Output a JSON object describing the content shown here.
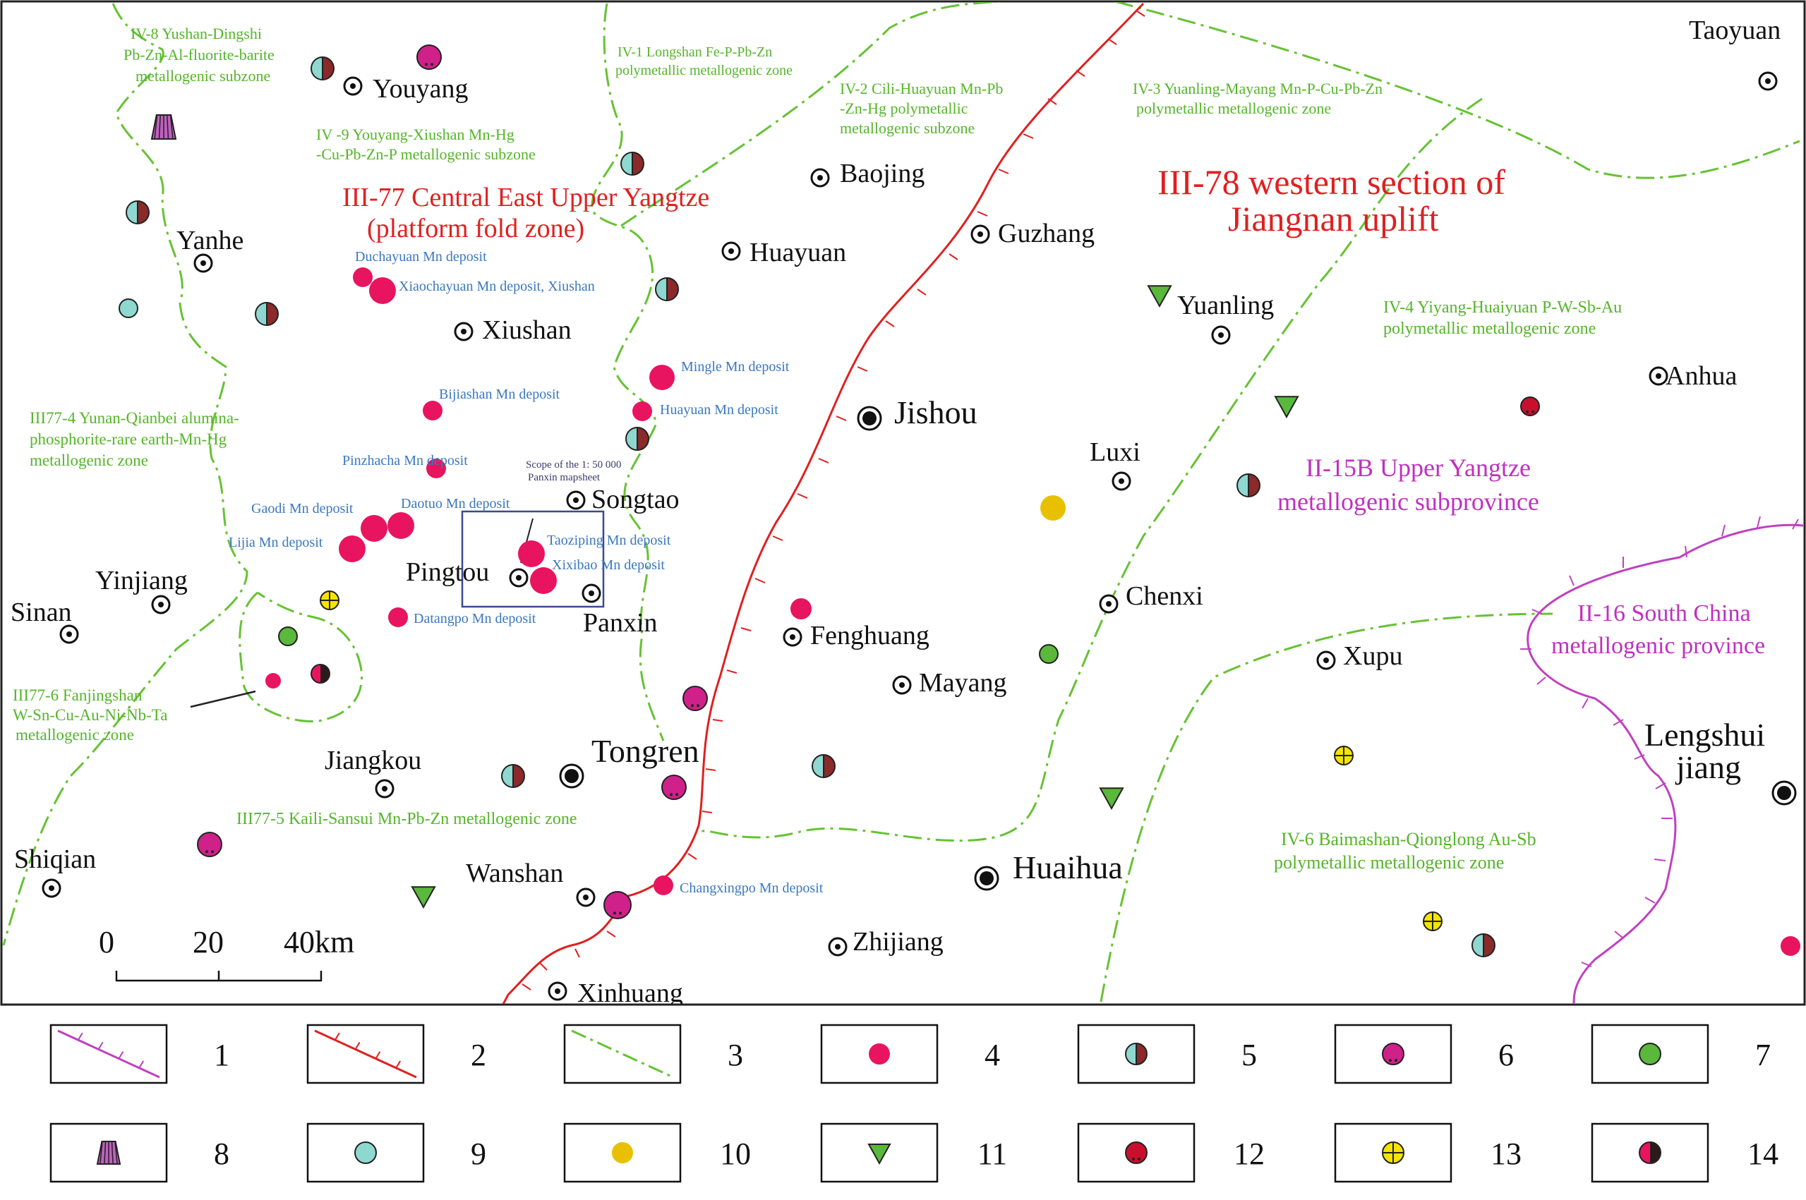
{
  "colors": {
    "province_boundary": "#c040c0",
    "uplift_boundary": "#e02020",
    "zone_boundary": "#66c233",
    "mn_deposit": "#e8145f",
    "city_text": "#111111",
    "zone_text_green": "#55b52a",
    "region_text_red": "#e02020",
    "province_text": "#c030c0",
    "deposit_text_blue": "#3a78c0",
    "half_cyan": "#8ed8d0",
    "half_brown": "#8b2a2a",
    "gold": "#e8c000",
    "green_dot": "#5ab83a",
    "red_dot": "#c8102e",
    "yellow": "#f5e400",
    "purple": "#c060c0"
  },
  "cities": [
    {
      "name": "Youyang"
    },
    {
      "name": "Baojing"
    },
    {
      "name": "Yanhe"
    },
    {
      "name": "Huayuan"
    },
    {
      "name": "Guzhang"
    },
    {
      "name": "Xiushan"
    },
    {
      "name": "Yuanling"
    },
    {
      "name": "Jishou"
    },
    {
      "name": "Luxi"
    },
    {
      "name": "Songtao"
    },
    {
      "name": "Pingtou"
    },
    {
      "name": "Panxin"
    },
    {
      "name": "Yinjiang"
    },
    {
      "name": "Sinan"
    },
    {
      "name": "Chenxi"
    },
    {
      "name": "Fenghuang"
    },
    {
      "name": "Xupu"
    },
    {
      "name": "Mayang"
    },
    {
      "name": "Tongren"
    },
    {
      "name": "Jiangkou"
    },
    {
      "name": "Shiqian"
    },
    {
      "name": "Wanshan"
    },
    {
      "name": "Huaihua"
    },
    {
      "name": "Zhijiang"
    },
    {
      "name": "Xinhuang"
    },
    {
      "name": "Taoyuan"
    },
    {
      "name": "Anhua"
    },
    {
      "name": "Lengshui"
    },
    {
      "name": "jiang"
    }
  ],
  "deposits": [
    "Duchayuan Mn deposit",
    "Xiaochayuan Mn deposit, Xiushan",
    "Mingle Mn deposit",
    "Bijiashan  Mn deposit",
    "Huayuan Mn deposit",
    "Pinzhacha Mn deposit",
    "Daotuo Mn deposit",
    "Gaodi Mn deposit",
    "Lijia Mn deposit",
    "Taoziping Mn deposit",
    "Xixibao  Mn deposit",
    "Datangpo Mn deposit",
    "Changxingpo Mn deposit"
  ],
  "regions": [
    {
      "lines": [
        "III-77 Central East Upper Yangtze",
        "(platform fold zone)"
      ]
    },
    {
      "lines": [
        "III-78 western section of",
        "Jiangnan uplift"
      ]
    },
    {
      "lines": [
        "II-15B Upper Yangtze",
        "metallogenic subprovince"
      ]
    },
    {
      "lines": [
        "II-16 South China",
        "metallogenic province"
      ]
    }
  ],
  "zones": [
    {
      "lines": [
        "IV-8 Yushan-Dingshi",
        "Pb-Zn-Al-fluorite-barite",
        "metallogenic subzone"
      ]
    },
    {
      "lines": [
        "IV-1 Longshan Fe-P-Pb-Zn",
        "polymetallic metallogenic zone"
      ]
    },
    {
      "lines": [
        "IV-2 Cili-Huayuan Mn-Pb",
        "-Zn-Hg polymetallic",
        "metallogenic subzone"
      ]
    },
    {
      "lines": [
        "IV-3 Yuanling-Mayang Mn-P-Cu-Pb-Zn",
        "polymetallic metallogenic zone"
      ]
    },
    {
      "lines": [
        "IV -9 Youyang-Xiushan Mn-Hg",
        "-Cu-Pb-Zn-P metallogenic subzone"
      ]
    },
    {
      "lines": [
        "IV-4 Yiyang-Huaiyuan P-W-Sb-Au",
        "polymetallic metallogenic zone"
      ]
    },
    {
      "lines": [
        "III77-4 Yunan-Qianbei alumina-",
        "phosphorite-rare earth-Mn-Hg",
        "metallogenic zone"
      ]
    },
    {
      "lines": [
        "III77-6 Fanjingshan",
        "W-Sn-Cu-Au-Ni-Nb-Ta",
        "metallogenic zone"
      ]
    },
    {
      "lines": [
        "III77-5 Kaili-Sansui Mn-Pb-Zn metallogenic zone"
      ]
    },
    {
      "lines": [
        "IV-6 Baimashan-Qionglong Au-Sb",
        "polymetallic metallogenic zone"
      ]
    }
  ],
  "mapsheet_note": [
    "Scope of the 1: 50 000",
    "Panxin mapsheet"
  ],
  "scale_bar": {
    "ticks": [
      "0",
      "20",
      "40km"
    ]
  },
  "legend": [
    "1",
    "2",
    "3",
    "4",
    "5",
    "6",
    "7",
    "8",
    "9",
    "10",
    "11",
    "12",
    "13",
    "14"
  ]
}
